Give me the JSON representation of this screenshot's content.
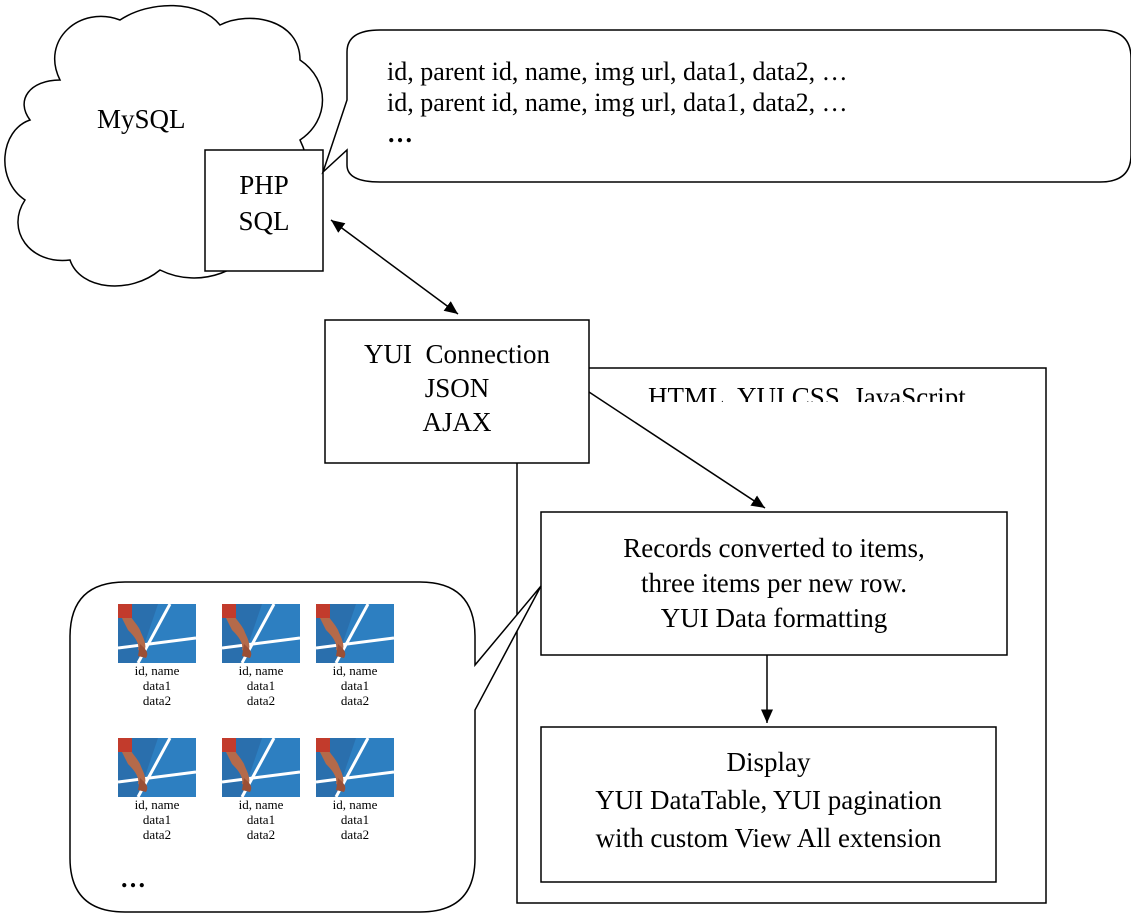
{
  "cloud": {
    "label": "MySQL"
  },
  "php_box": {
    "line1": "PHP",
    "line2": "SQL"
  },
  "records_bubble": {
    "lines": [
      "id, parent id, name, img url, data1, data2, …",
      "id, parent id, name, img url, data1, data2, …",
      "…"
    ]
  },
  "yui_connection_box": {
    "line1": "YUI  Connection",
    "line2": "JSON",
    "line3": "AJAX"
  },
  "html_frame": {
    "label": "HTML, YUI CSS, JavaScript"
  },
  "records_box": {
    "line1": "Records converted to items,",
    "line2": "three items per new row.",
    "line3": "YUI Data formatting"
  },
  "display_box": {
    "line1": "Display",
    "line2": "YUI DataTable, YUI pagination",
    "line3": "with custom View All extension"
  },
  "items_bubble": {
    "items": [
      {
        "caption": [
          "id, name",
          "data1",
          "data2"
        ]
      },
      {
        "caption": [
          "id, name",
          "data1",
          "data2"
        ]
      },
      {
        "caption": [
          "id, name",
          "data1",
          "data2"
        ]
      },
      {
        "caption": [
          "id, name",
          "data1",
          "data2"
        ]
      },
      {
        "caption": [
          "id, name",
          "data1",
          "data2"
        ]
      },
      {
        "caption": [
          "id, name",
          "data1",
          "data2"
        ]
      }
    ],
    "ellipsis": "…"
  }
}
